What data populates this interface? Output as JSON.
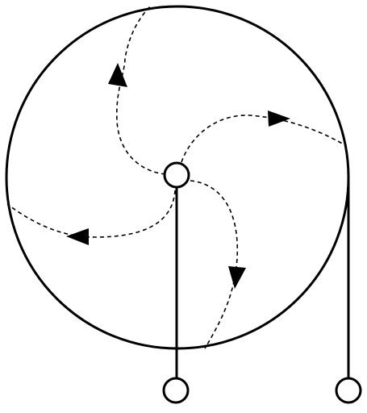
{
  "diagram": {
    "colors": {
      "line": "#000000",
      "background": "#ffffff",
      "arrow": "#000000"
    },
    "elements": {
      "disk": "outer-circle",
      "center_terminal": "center-electrode",
      "rim_contact": "rim-contact",
      "current_paths": 4,
      "direction": "outward-spiral"
    }
  }
}
